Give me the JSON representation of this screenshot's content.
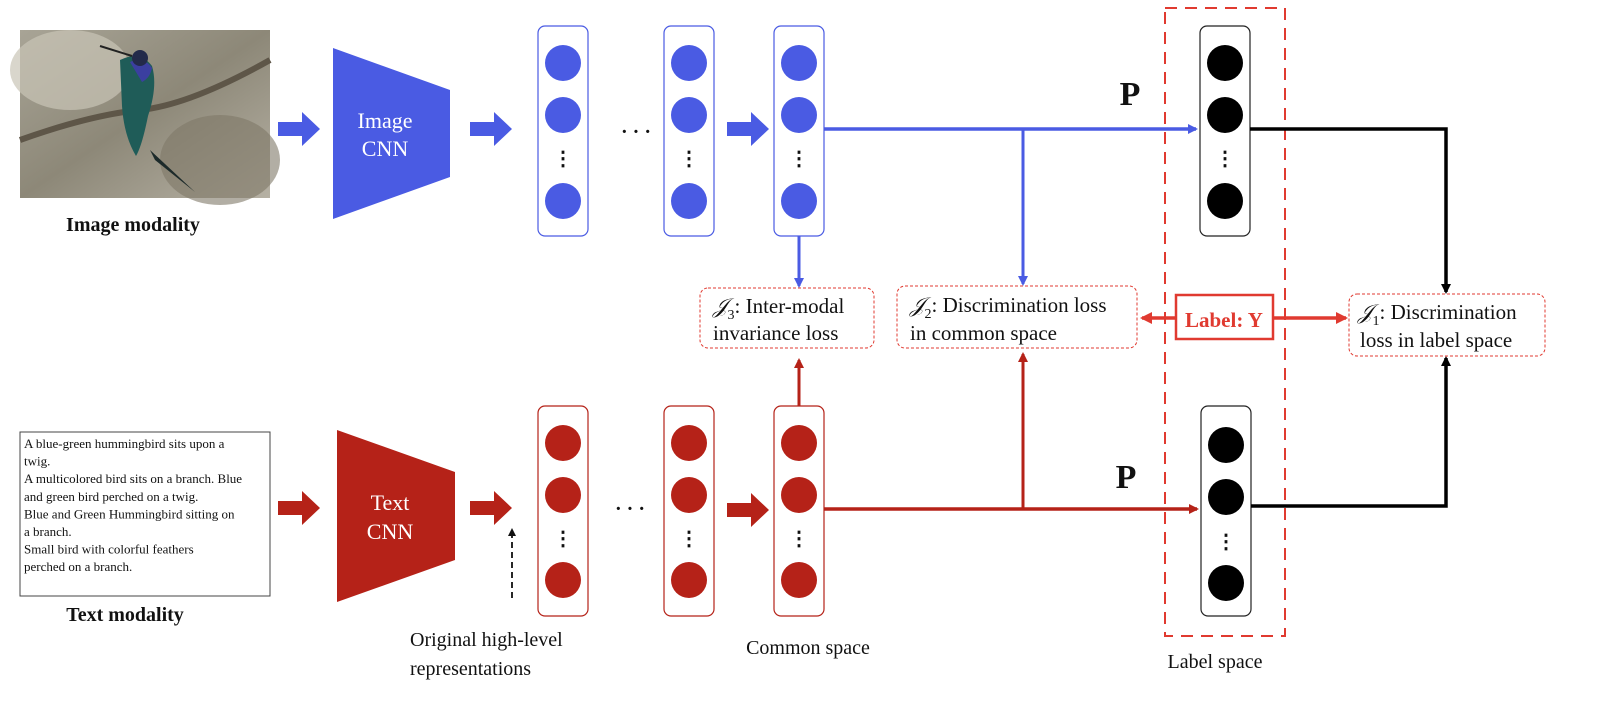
{
  "image_modality": {
    "caption": "Image modality",
    "cnn_label_line1": "Image",
    "cnn_label_line2": "CNN"
  },
  "text_modality": {
    "caption": "Text modality",
    "cnn_label_line1": "Text",
    "cnn_label_line2": "CNN",
    "description_lines": [
      "A blue-green hummingbird sits upon a",
      "twig.",
      "A multicolored bird sits on a branch. Blue",
      "and green bird perched on a twig.",
      "Blue and Green Hummingbird sitting on",
      "a branch.",
      "Small bird with colorful feathers",
      "perched on a branch."
    ]
  },
  "projection_label": "P",
  "ellipsis": "· · ·",
  "vertical_ellipsis": "⋮",
  "label_box": "Label: Y",
  "losses": {
    "j3_symbol": "𝒥",
    "j3_sub": "3",
    "j3_line1": ": Inter-modal",
    "j3_line2": "invariance loss",
    "j2_symbol": "𝒥",
    "j2_sub": "2",
    "j2_line1": ": Discrimination loss",
    "j2_line2": "in common space",
    "j1_symbol": "𝒥",
    "j1_sub": "1",
    "j1_line1": ": Discrimination",
    "j1_line2": "loss in label space"
  },
  "annotations": {
    "original_line1": "Original high-level",
    "original_line2": "representations",
    "common_space": "Common space",
    "label_space": "Label space"
  },
  "colors": {
    "blue": "#4a5be3",
    "red": "#b52218",
    "loss_red": "#e03a30",
    "black": "#000000"
  }
}
